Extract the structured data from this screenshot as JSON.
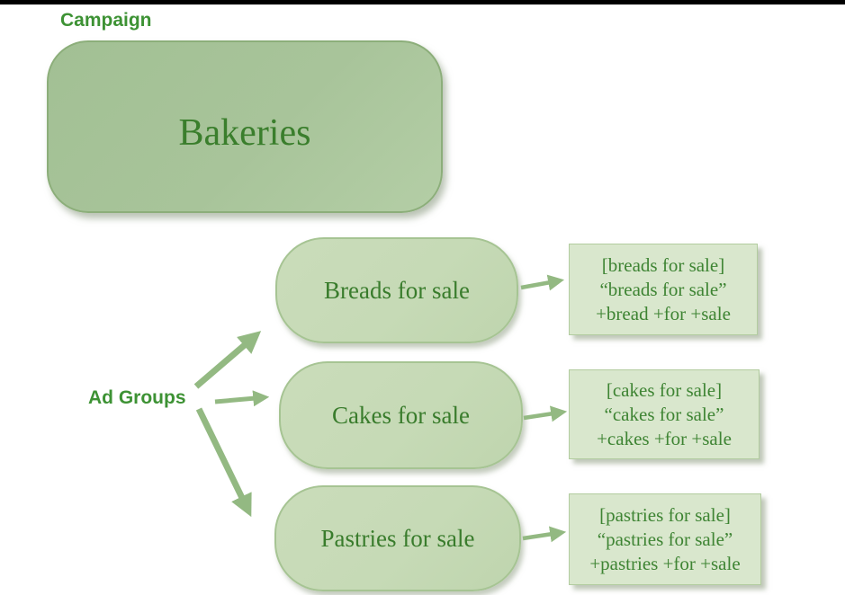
{
  "labels": {
    "campaign": "Campaign",
    "ad_groups": "Ad Groups"
  },
  "campaign": {
    "name": "Bakeries"
  },
  "ad_groups": [
    {
      "name": "Breads for sale",
      "keywords": [
        "[breads for sale]",
        "“breads for sale”",
        "+bread +for +sale"
      ]
    },
    {
      "name": "Cakes for sale",
      "keywords": [
        "[cakes for sale]",
        "“cakes for sale”",
        "+cakes +for +sale"
      ]
    },
    {
      "name": "Pastries for sale",
      "keywords": [
        "[pastries for sale]",
        "“pastries for sale”",
        "+pastries +for +sale"
      ]
    }
  ],
  "colors": {
    "top_bar": "#000000",
    "label_green": "#3d9234",
    "serif_text_green": "#3a7e2c",
    "campaign_box_fill": "#a5c298",
    "ad_group_pill_fill": "#c6dab6",
    "keyword_box_fill": "#d9e7cd",
    "arrow_green": "#93b982"
  }
}
